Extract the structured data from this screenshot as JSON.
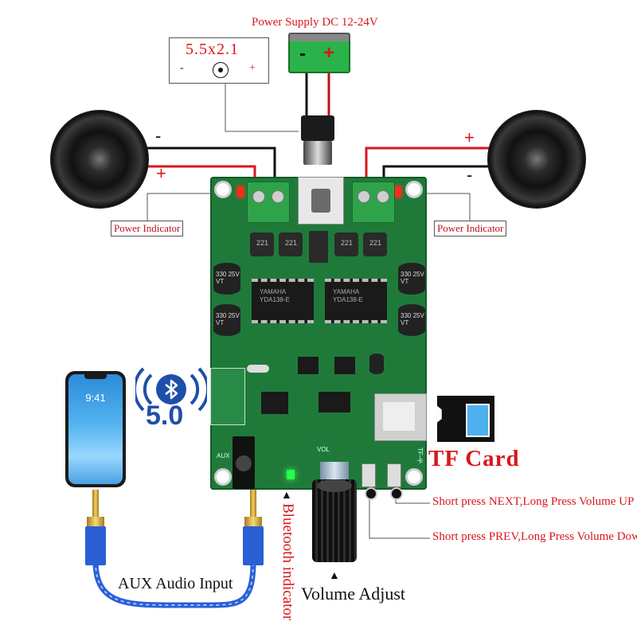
{
  "title": "Power Supply DC 12-24V",
  "jack_box": {
    "size": "5.5x2.1",
    "minus": "-",
    "plus": "+"
  },
  "battery": {
    "minus": "-",
    "plus": "+"
  },
  "speakers": {
    "left_minus": "-",
    "left_plus": "+",
    "right_plus": "+",
    "right_minus": "-"
  },
  "power_indicator_left": "Power Indicator",
  "power_indicator_right": "Power Indicator",
  "bluetooth_version": "5.0",
  "phone_time": "9:41",
  "tf_card": "TF Card",
  "next_label": "Short press NEXT,Long Press Volume UP",
  "prev_label": "Short press PREV,Long Press Volume Down",
  "aux_input": "AUX Audio Input",
  "bluetooth_indicator": "Bluetooth indicator",
  "volume_adjust": "Volume Adjust",
  "board": {
    "chip_brand": "YAMAHA",
    "chip_model": "YDA138-E",
    "inductor": "221",
    "cap_left_top": "330 25V VT",
    "cap_left_bottom": "330 25V VT",
    "cap_right_top": "330 25V VT",
    "cap_right_bottom": "330 25V VT",
    "aux_silk": "AUX",
    "vol_silk": "VOL",
    "tf_silk": "TF-卡",
    "arrow_up": "▲"
  },
  "colors": {
    "label_red": "#d9161b",
    "pcb_green": "#1f7a3a",
    "bt_blue": "#1f4fa8",
    "cable_blue": "#2a5fd6"
  }
}
